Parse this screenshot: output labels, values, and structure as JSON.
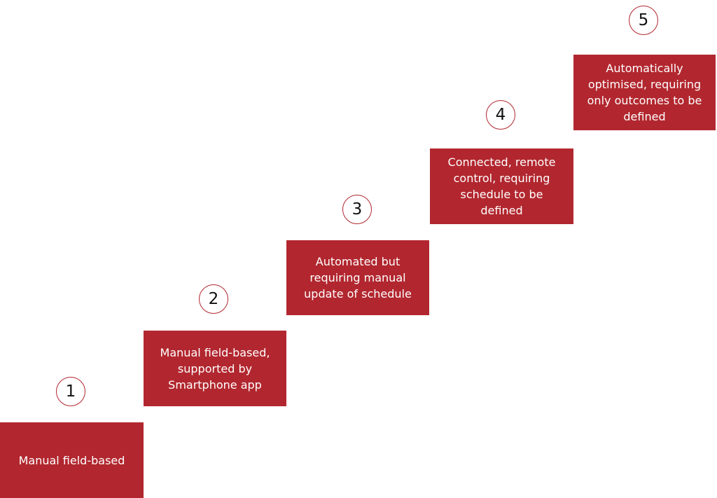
{
  "colors": {
    "box_fill": "#b2272f",
    "box_text": "#ffffff",
    "circle_border": "#b2272f"
  },
  "steps": [
    {
      "number": "1",
      "label": "Manual field-based"
    },
    {
      "number": "2",
      "label": "Manual field-based,\nsupported by\nSmartphone app"
    },
    {
      "number": "3",
      "label": "Automated but\nrequiring manual\nupdate of schedule"
    },
    {
      "number": "4",
      "label": "Connected, remote\ncontrol, requiring\nschedule to be\ndefined"
    },
    {
      "number": "5",
      "label": "Automatically\noptimised, requiring\nonly outcomes to be\ndefined"
    }
  ]
}
